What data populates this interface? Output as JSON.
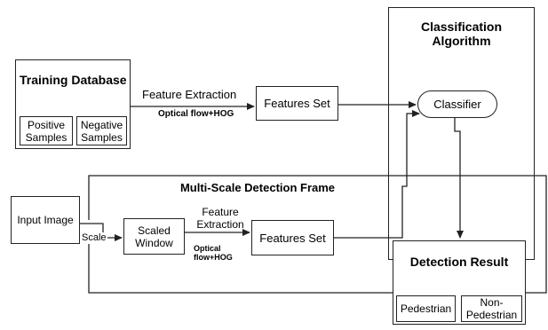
{
  "classification": {
    "title_line1": "Classification",
    "title_line2": "Algorithm"
  },
  "classifier": {
    "label": "Classifier"
  },
  "training_db": {
    "title": "Training Database",
    "positive_line1": "Positive",
    "positive_line2": "Samples",
    "negative_line1": "Negative",
    "negative_line2": "Samples"
  },
  "top_flow": {
    "feature_extraction": "Feature Extraction",
    "method": "Optical flow+HOG",
    "features_set": "Features Set"
  },
  "multiscale": {
    "title": "Multi-Scale Detection Frame",
    "scale_label": "Scale",
    "scaled_window_line1": "Scaled",
    "scaled_window_line2": "Window",
    "feature_line1": "Feature",
    "feature_line2": "Extraction",
    "method_line1": "Optical",
    "method_line2": "flow+HOG",
    "features_set": "Features Set"
  },
  "input_image": {
    "label": "Input Image"
  },
  "detection": {
    "title": "Detection Result",
    "pedestrian": "Pedestrian",
    "non_line1": "Non-",
    "non_line2": "Pedestrian"
  }
}
